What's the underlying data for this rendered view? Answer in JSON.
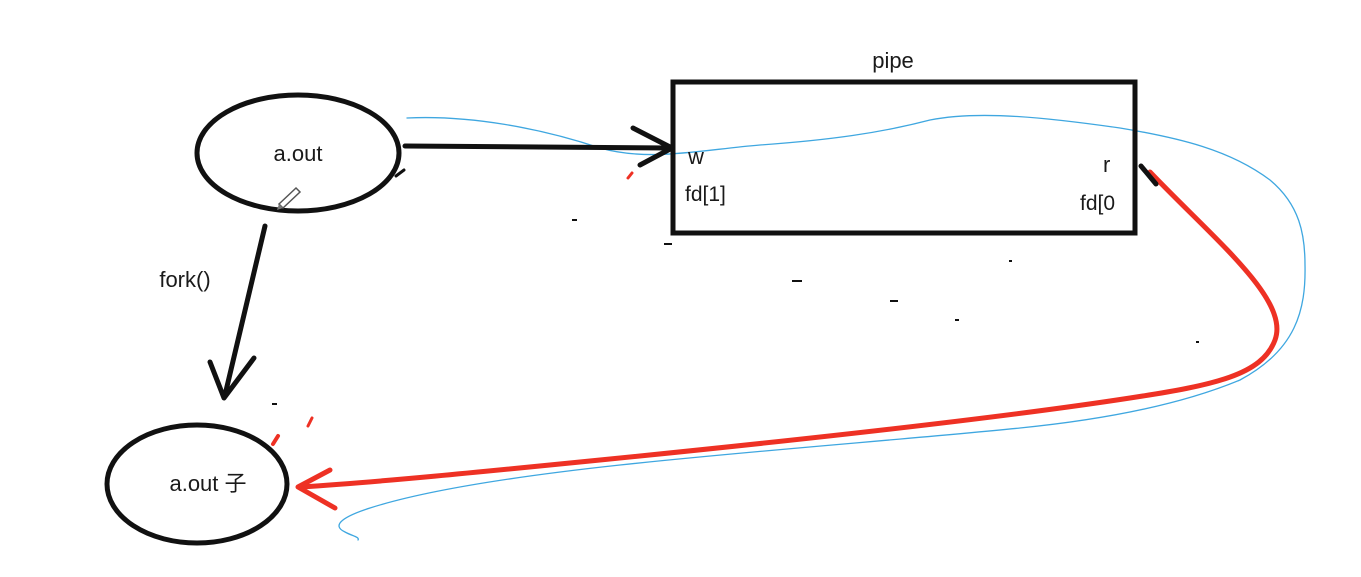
{
  "diagram": {
    "nodes": {
      "parent_process": {
        "label": "a.out"
      },
      "child_process": {
        "label": "a.out 子"
      },
      "pipe": {
        "title": "pipe",
        "write_end": {
          "label": "w",
          "fd": "fd[1]"
        },
        "read_end": {
          "label": "r",
          "fd": "fd[0"
        }
      }
    },
    "edges": {
      "fork": {
        "label": "fork()"
      }
    },
    "colors": {
      "ink": "#111111",
      "red_flow": "#ee3124",
      "blue_flow": "#3fa7e0",
      "background": "#ffffff"
    }
  }
}
